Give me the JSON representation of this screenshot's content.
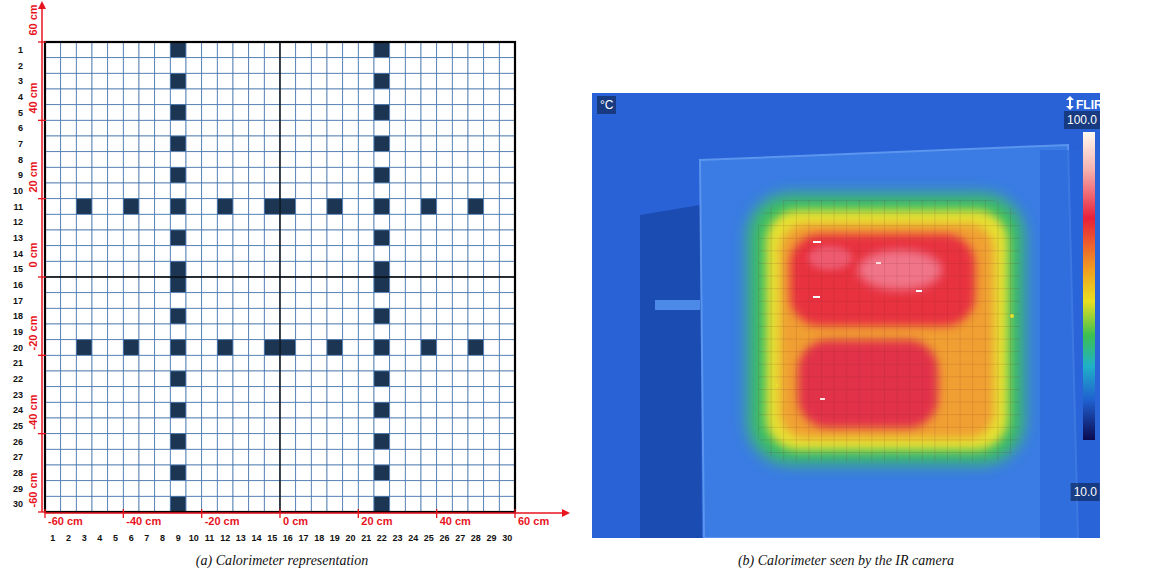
{
  "diagram": {
    "labels": [
      "60 cm",
      "40 cm",
      "20 cm",
      "0 cm",
      "-20 cm",
      "-40 cm",
      "-60 cm",
      "1",
      "2",
      "3",
      "4",
      "5",
      "6",
      "7",
      "8",
      "9",
      "10",
      "11",
      "12",
      "13",
      "14",
      "15",
      "16",
      "17",
      "18",
      "19",
      "20",
      "21",
      "22",
      "23",
      "24",
      "25",
      "26",
      "27",
      "28",
      "29",
      "30",
      "-60 cm",
      "-40 cm",
      "-20 cm",
      "0 cm",
      "20 cm",
      "40 cm",
      "60 cm",
      "1",
      "2",
      "3",
      "4",
      "5",
      "6",
      "7",
      "8",
      "9",
      "10",
      "11",
      "12",
      "13",
      "14",
      "15",
      "16",
      "17",
      "18",
      "19",
      "20",
      "21",
      "22",
      "23",
      "24",
      "25",
      "26",
      "27",
      "28",
      "29",
      "30",
      "°C",
      "FLIR",
      "100.0",
      "10.0",
      "(a) Calorimeter representation",
      "(b) Calorimeter seen by the IR camera"
    ]
  }
}
